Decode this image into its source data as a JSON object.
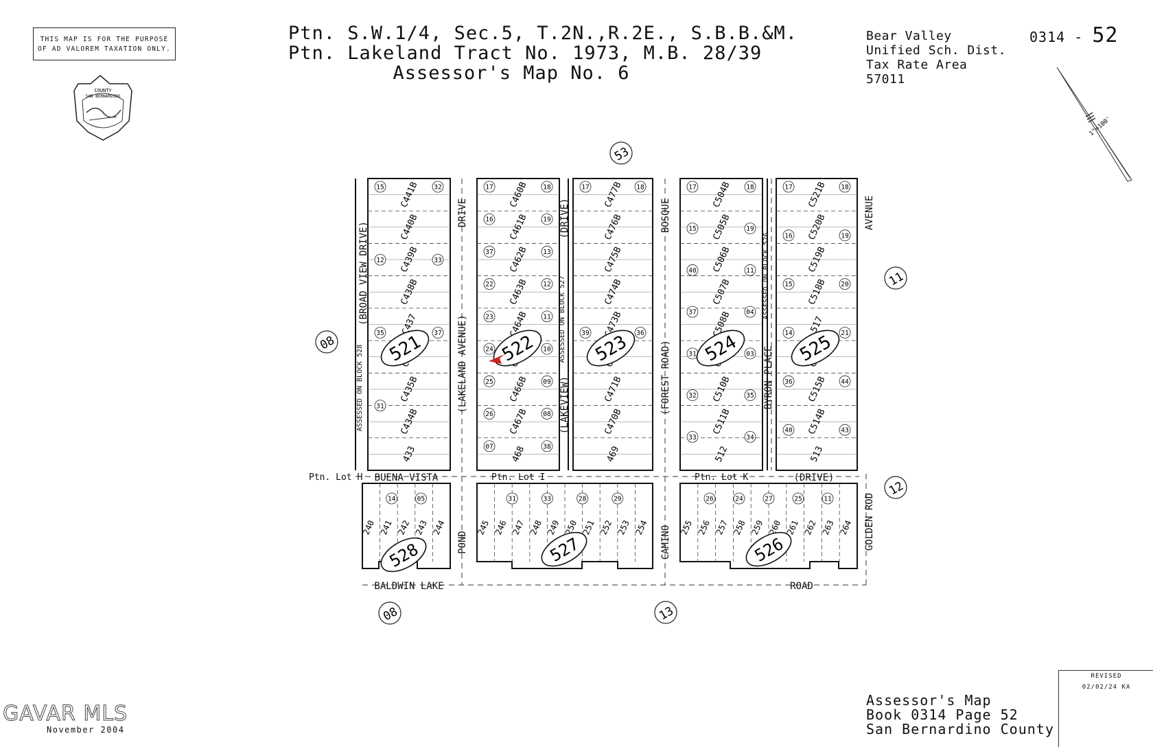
{
  "disclaimer": {
    "line1": "THIS MAP IS FOR THE PURPOSE",
    "line2": "OF AD VALOREM TAXATION ONLY."
  },
  "header": {
    "line1": "Ptn. S.W.1/4, Sec.5, T.2N.,R.2E., S.B.B.&M.",
    "line2": "Ptn. Lakeland Tract No. 1973, M.B. 28/39",
    "line3": "Assessor's Map No. 6"
  },
  "district": {
    "line1": "Bear Valley",
    "line2": "Unified Sch. Dist.",
    "line3": "Tax Rate Area",
    "line4": "57011"
  },
  "map_number": {
    "book": "0314",
    "dash": "-",
    "page": "52"
  },
  "seal": {
    "line1": "COUNTY",
    "line2": "SAN BERNARDINO"
  },
  "scale": "1\"=100'",
  "adjacent_pages": {
    "top": "53",
    "left_upper": "08",
    "left_lower": "08",
    "right_upper": "11",
    "right_lower": "12",
    "bottom": "13"
  },
  "streets": {
    "broad_view": "(BROAD VIEW DRIVE)",
    "drive_left": "DRIVE",
    "lakeland": "(LAKELAND AVENUE)",
    "drive_mid": "(DRIVE)",
    "lakeview": "(LAKEVIEW)",
    "bosque": "BOSQUE",
    "forest": "(FOREST ROAD)",
    "byron": "BYRON PLACE",
    "avenue": "AVENUE",
    "golden": "GOLDEN ROD",
    "buena_vista": "BUENA VISTA",
    "drive_lower": "(DRIVE)",
    "pond": "POND",
    "camino": "CAMINO",
    "baldwin": "BALDWIN LAKE",
    "road": "ROAD"
  },
  "lot_labels": {
    "h": "Ptn. Lot H",
    "i": "Ptn. Lot I",
    "k": "Ptn. Lot K"
  },
  "notes": {
    "block528": "ASSESSED ON BLOCK 528",
    "block527": "ASSESSED ON BLOCK 527",
    "block526": "ASSESSED ON BLOCK 526"
  },
  "blocks": {
    "b521": {
      "number": "521",
      "rows": [
        "C441B",
        "C440B",
        "C439B",
        "C438B",
        "C437",
        "C436",
        "C435B",
        "C434B",
        "433"
      ],
      "parcels": [
        "15",
        "32",
        "12",
        "33",
        "35",
        "37",
        "31"
      ]
    },
    "b522": {
      "number": "522",
      "rows": [
        "C460B",
        "C461B",
        "C462B",
        "C463B",
        "C464B",
        "C465",
        "C466B",
        "C467B",
        "468"
      ],
      "parcels": [
        "17",
        "18",
        "16",
        "19",
        "37",
        "13",
        "22",
        "12",
        "23",
        "11",
        "24",
        "10",
        "25",
        "09",
        "26",
        "08",
        "07",
        "38"
      ]
    },
    "b523": {
      "number": "523",
      "rows": [
        "C477B",
        "C476B",
        "C475B",
        "C474B",
        "C473B",
        "C472",
        "C471B",
        "C470B",
        "469"
      ],
      "parcels": [
        "17",
        "18",
        "39",
        "36"
      ]
    },
    "b524": {
      "number": "524",
      "rows": [
        "C504B",
        "C505B",
        "C506B",
        "C507B",
        "C508B",
        "C509",
        "C510B",
        "C511B",
        "512"
      ],
      "parcels": [
        "17",
        "18",
        "15",
        "19",
        "40",
        "11",
        "37",
        "04",
        "31",
        "03",
        "32",
        "35",
        "33",
        "34"
      ]
    },
    "b525": {
      "number": "525",
      "rows": [
        "C521B",
        "C520B",
        "C519B",
        "C518B",
        "517",
        "C516",
        "C515B",
        "C514B",
        "513"
      ],
      "parcels": [
        "17",
        "18",
        "16",
        "19",
        "15",
        "20",
        "14",
        "21",
        "36",
        "44",
        "40",
        "43"
      ]
    },
    "b528": {
      "number": "528",
      "cols": [
        "240",
        "241",
        "242",
        "243",
        "244"
      ],
      "parcels": [
        "14",
        "05"
      ]
    },
    "b527": {
      "number": "527",
      "cols": [
        "245",
        "246",
        "247",
        "248",
        "249",
        "250",
        "251",
        "252",
        "253",
        "254"
      ],
      "parcels": [
        "31",
        "33",
        "28",
        "29"
      ]
    },
    "b526": {
      "number": "526",
      "cols": [
        "255",
        "256",
        "257",
        "258",
        "259",
        "260",
        "261",
        "262",
        "263",
        "264"
      ],
      "parcels": [
        "26",
        "24",
        "27",
        "25",
        "11"
      ]
    }
  },
  "footer": {
    "line1": "Assessor's Map",
    "line2": "Book 0314 Page 52",
    "line3": "San Bernardino County"
  },
  "revised": {
    "label": "REVISED",
    "date": "02/02/24 KA"
  },
  "brand": "GAVAR MLS",
  "date": "November 2004",
  "marker_color": "#cc2222"
}
